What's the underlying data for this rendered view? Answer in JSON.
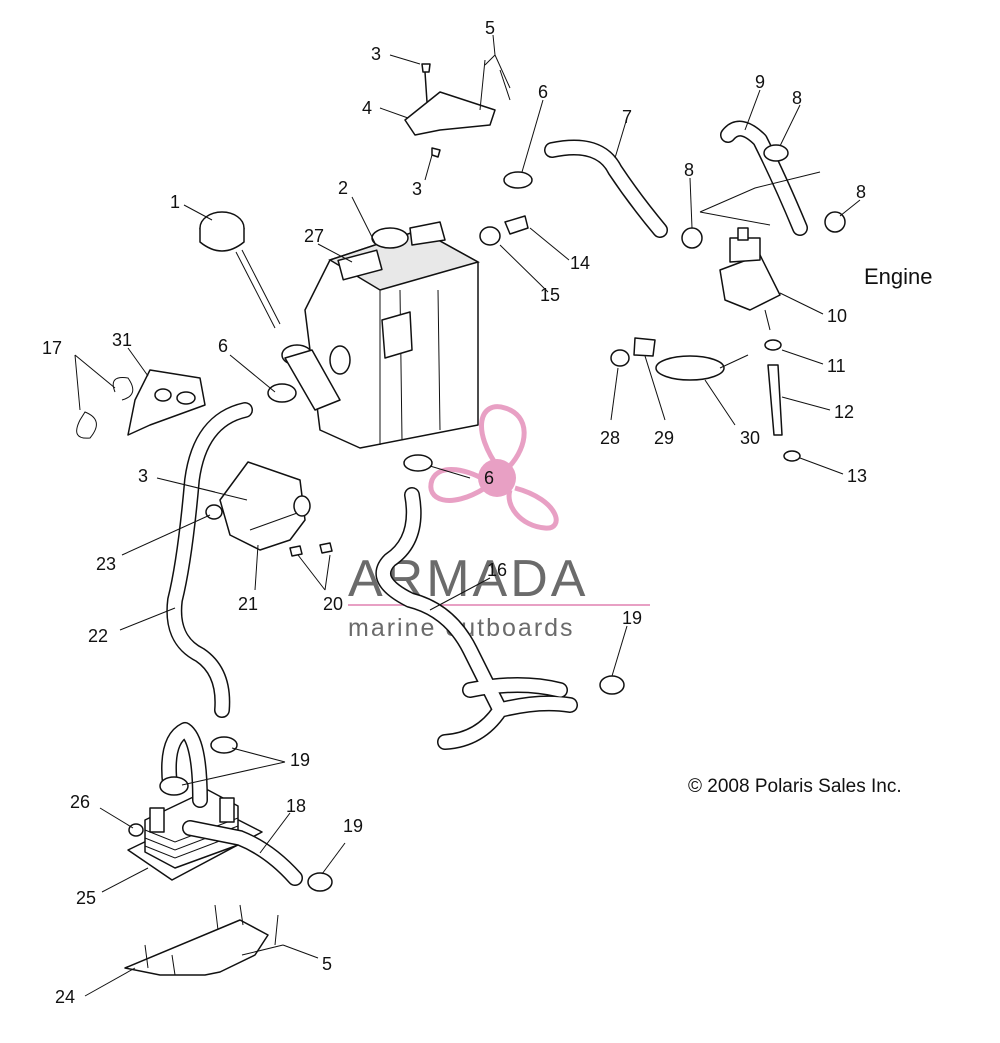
{
  "diagram": {
    "engine_label": "Engine",
    "copyright": "© 2008 Polaris Sales Inc.",
    "watermark": {
      "title": "ARMADA",
      "subtitle": "marine outboards",
      "accent_color": "#e8a0c4",
      "text_color": "#6b6b6b"
    },
    "callouts": {
      "c1": "1",
      "c2": "2",
      "c3a": "3",
      "c3b": "3",
      "c3c": "3",
      "c4": "4",
      "c5a": "5",
      "c5b": "5",
      "c6a": "6",
      "c6b": "6",
      "c6c": "6",
      "c7": "7",
      "c8a": "8",
      "c8b": "8",
      "c8c": "8",
      "c9": "9",
      "c10": "10",
      "c11": "11",
      "c12": "12",
      "c13": "13",
      "c14": "14",
      "c15": "15",
      "c16": "16",
      "c17": "17",
      "c18": "18",
      "c19a": "19",
      "c19b": "19",
      "c19c": "19",
      "c20": "20",
      "c21": "21",
      "c22": "22",
      "c23": "23",
      "c24": "24",
      "c25": "25",
      "c26": "26",
      "c27": "27",
      "c28": "28",
      "c29": "29",
      "c30": "30",
      "c31": "31"
    }
  }
}
